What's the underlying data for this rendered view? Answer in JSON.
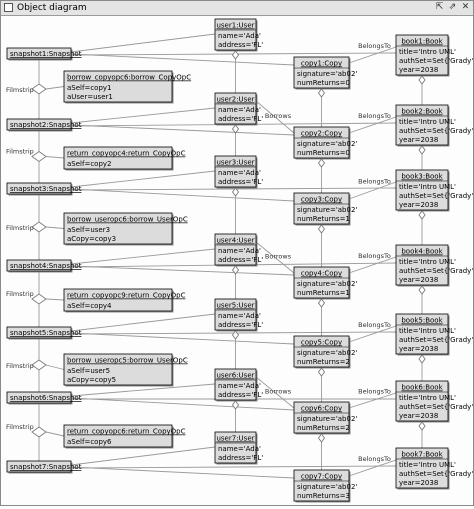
{
  "window": {
    "title": "Object diagram",
    "controls": [
      {
        "name": "restore-icon",
        "glyph": "⇱"
      },
      {
        "name": "pin-icon",
        "glyph": "⇗"
      },
      {
        "name": "close-icon",
        "glyph": "✕"
      }
    ]
  },
  "snapshots": [
    {
      "label": "snapshot1:Snapshot"
    },
    {
      "label": "snapshot2:Snapshot"
    },
    {
      "label": "snapshot3:Snapshot"
    },
    {
      "label": "snapshot4:Snapshot"
    },
    {
      "label": "snapshot5:Snapshot"
    },
    {
      "label": "snapshot6:Snapshot"
    },
    {
      "label": "snapshot7:Snapshot"
    }
  ],
  "operations": [
    {
      "title": "borrow_copyopc6:borrow_CopyOpC",
      "lines": [
        "aSelf=copy1",
        "aUser=user1"
      ]
    },
    {
      "title": "return_copyopc4:return_CopyOpC",
      "lines": [
        "aSelf=copy2"
      ]
    },
    {
      "title": "borrow_useropc6:borrow_UserOpC",
      "lines": [
        "aSelf=user3",
        "aCopy=copy3"
      ]
    },
    {
      "title": "return_copyopc9:return_CopyOpC",
      "lines": [
        "aSelf=copy4"
      ]
    },
    {
      "title": "borrow_useropc5:borrow_UserOpC",
      "lines": [
        "aSelf=user5",
        "aCopy=copy5"
      ]
    },
    {
      "title": "return_copyopc6:return_CopyOpC",
      "lines": [
        "aSelf=copy6"
      ]
    }
  ],
  "users": [
    {
      "title": "user1:User",
      "attrs": [
        "name='Ada'",
        "address='FL'"
      ]
    },
    {
      "title": "user2:User",
      "attrs": [
        "name='Ada'",
        "address='FL'"
      ]
    },
    {
      "title": "user3:User",
      "attrs": [
        "name='Ada'",
        "address='FL'"
      ]
    },
    {
      "title": "user4:User",
      "attrs": [
        "name='Ada'",
        "address='FL'"
      ]
    },
    {
      "title": "user5:User",
      "attrs": [
        "name='Ada'",
        "address='FL'"
      ]
    },
    {
      "title": "user6:User",
      "attrs": [
        "name='Ada'",
        "address='FL'"
      ]
    },
    {
      "title": "user7:User",
      "attrs": [
        "name='Ada'",
        "address='FL'"
      ]
    }
  ],
  "copies": [
    {
      "title": "copy1:Copy",
      "attrs": [
        "signature='ab02'",
        "numReturns=0"
      ]
    },
    {
      "title": "copy2:Copy",
      "attrs": [
        "signature='ab02'",
        "numReturns=0"
      ]
    },
    {
      "title": "copy3:Copy",
      "attrs": [
        "signature='ab02'",
        "numReturns=1"
      ]
    },
    {
      "title": "copy4:Copy",
      "attrs": [
        "signature='ab02'",
        "numReturns=1"
      ]
    },
    {
      "title": "copy5:Copy",
      "attrs": [
        "signature='ab02'",
        "numReturns=2"
      ]
    },
    {
      "title": "copy6:Copy",
      "attrs": [
        "signature='ab02'",
        "numReturns=2"
      ]
    },
    {
      "title": "copy7:Copy",
      "attrs": [
        "signature='ab02'",
        "numReturns=3"
      ]
    }
  ],
  "books": [
    {
      "title": "book1:Book",
      "attrs": [
        "title='Intro UML'",
        "authSet=Set{'Grady'}",
        "year=2038"
      ]
    },
    {
      "title": "book2:Book",
      "attrs": [
        "title='Intro UML'",
        "authSet=Set{'Grady'}",
        "year=2038"
      ]
    },
    {
      "title": "book3:Book",
      "attrs": [
        "title='Intro UML'",
        "authSet=Set{'Grady'}",
        "year=2038"
      ]
    },
    {
      "title": "book4:Book",
      "attrs": [
        "title='Intro UML'",
        "authSet=Set{'Grady'}",
        "year=2038"
      ]
    },
    {
      "title": "book5:Book",
      "attrs": [
        "title='Intro UML'",
        "authSet=Set{'Grady'}",
        "year=2038"
      ]
    },
    {
      "title": "book6:Book",
      "attrs": [
        "title='Intro UML'",
        "authSet=Set{'Grady'}",
        "year=2038"
      ]
    },
    {
      "title": "book7:Book",
      "attrs": [
        "title='Intro UML'",
        "authSet=Set{'Grady'}",
        "year=2038"
      ]
    }
  ],
  "association_labels": {
    "filmstrip": "Filmstrip",
    "belongs_to": "BelongsTo",
    "borrows": "Borrows"
  },
  "borrows_rows": [
    1,
    3,
    5
  ],
  "colors": {
    "box_fill": "#dcdcdc",
    "box_stroke": "#000000",
    "line": "#9a9a9a",
    "text": "#000000"
  }
}
